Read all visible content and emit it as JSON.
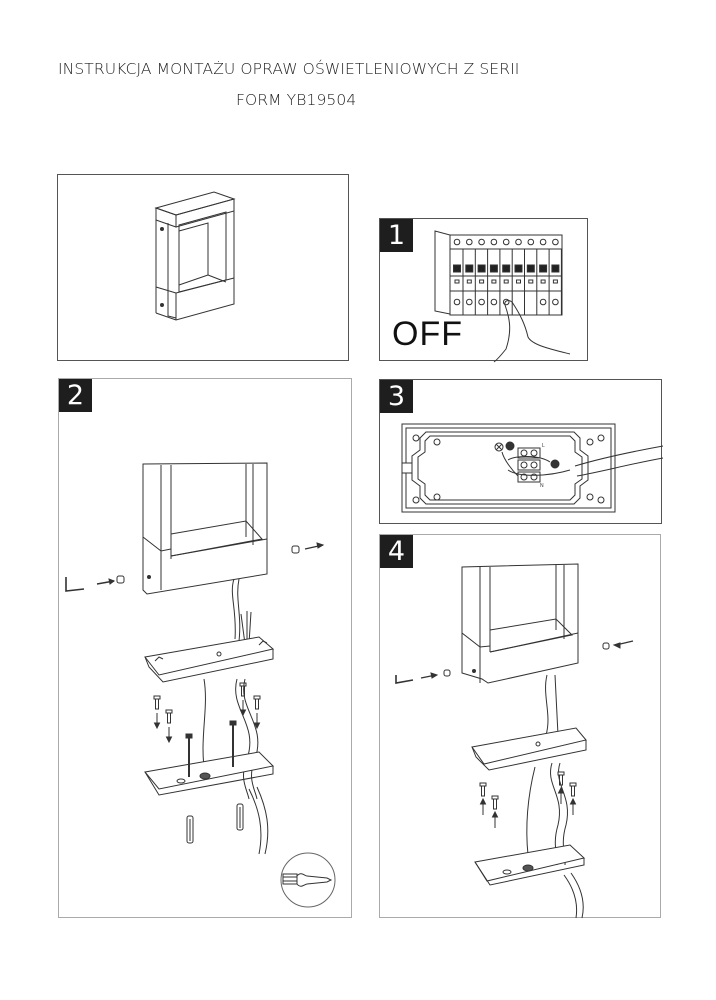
{
  "document": {
    "title_line1": "INSTRUKCJA MONTAŻU OPRAW OŚWIETLENIOWYCH Z SERII",
    "title_line2": "FORM YB19504"
  },
  "panels": [
    {
      "id": "overview",
      "step": null,
      "content": "product-illustration"
    },
    {
      "id": "step-1",
      "step": "1",
      "caption": "OFF",
      "content": "circuit-breaker-switch-off"
    },
    {
      "id": "step-2",
      "step": "2",
      "content": "disassembly-and-base-mounting"
    },
    {
      "id": "step-3",
      "step": "3",
      "content": "wiring-terminal-block",
      "terminal_labels": [
        "L",
        "N"
      ]
    },
    {
      "id": "step-4",
      "step": "4",
      "content": "reassembly"
    }
  ],
  "icons": {
    "tool_hint": "screwdriver-icon",
    "hex_key": "allen-key-icon"
  }
}
